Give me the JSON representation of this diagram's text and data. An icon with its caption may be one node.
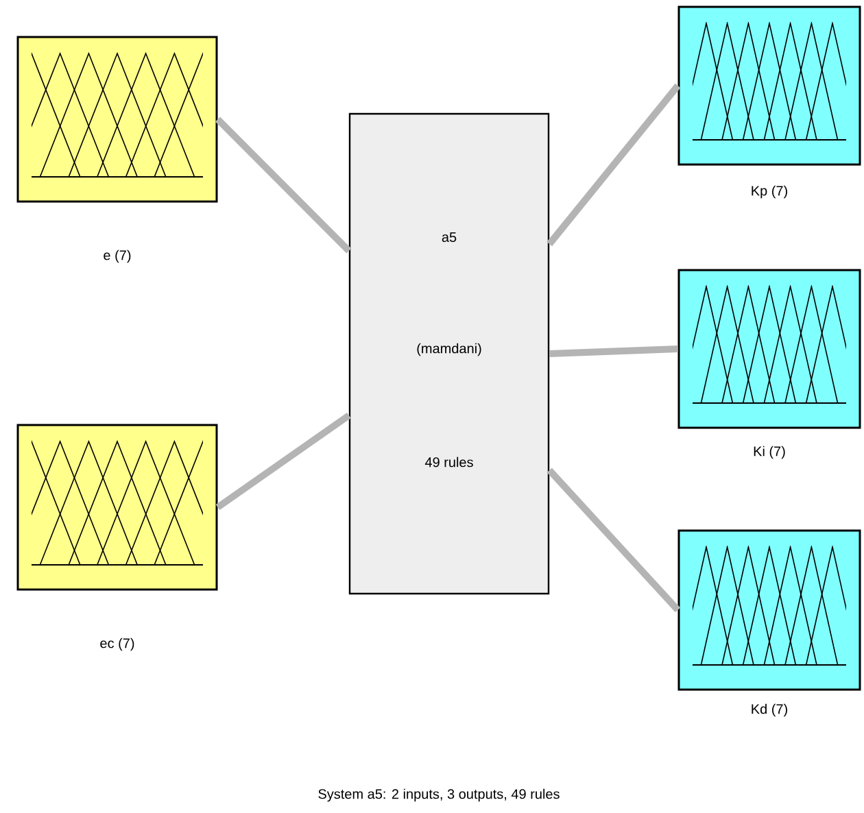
{
  "diagram": {
    "caption": "System a5: 2 inputs, 3 outputs, 49 rules",
    "nodes": [
      {
        "text": [
          "e (7)"
        ]
      },
      {
        "text": [
          "ec (7)"
        ]
      },
      {
        "text": [
          "a5",
          "(mamdani)",
          "49 rules"
        ]
      },
      {
        "text": [
          "Kp (7)"
        ]
      },
      {
        "text": [
          "Ki (7)"
        ]
      },
      {
        "text": [
          "Kd (7)"
        ]
      }
    ],
    "edges": [
      {
        "from": 0,
        "to": 2,
        "arrow": "none"
      },
      {
        "from": 1,
        "to": 2,
        "arrow": "none"
      },
      {
        "from": 2,
        "to": 3,
        "arrow": "none"
      },
      {
        "from": 2,
        "to": 4,
        "arrow": "none"
      },
      {
        "from": 2,
        "to": 5,
        "arrow": "none"
      }
    ]
  }
}
